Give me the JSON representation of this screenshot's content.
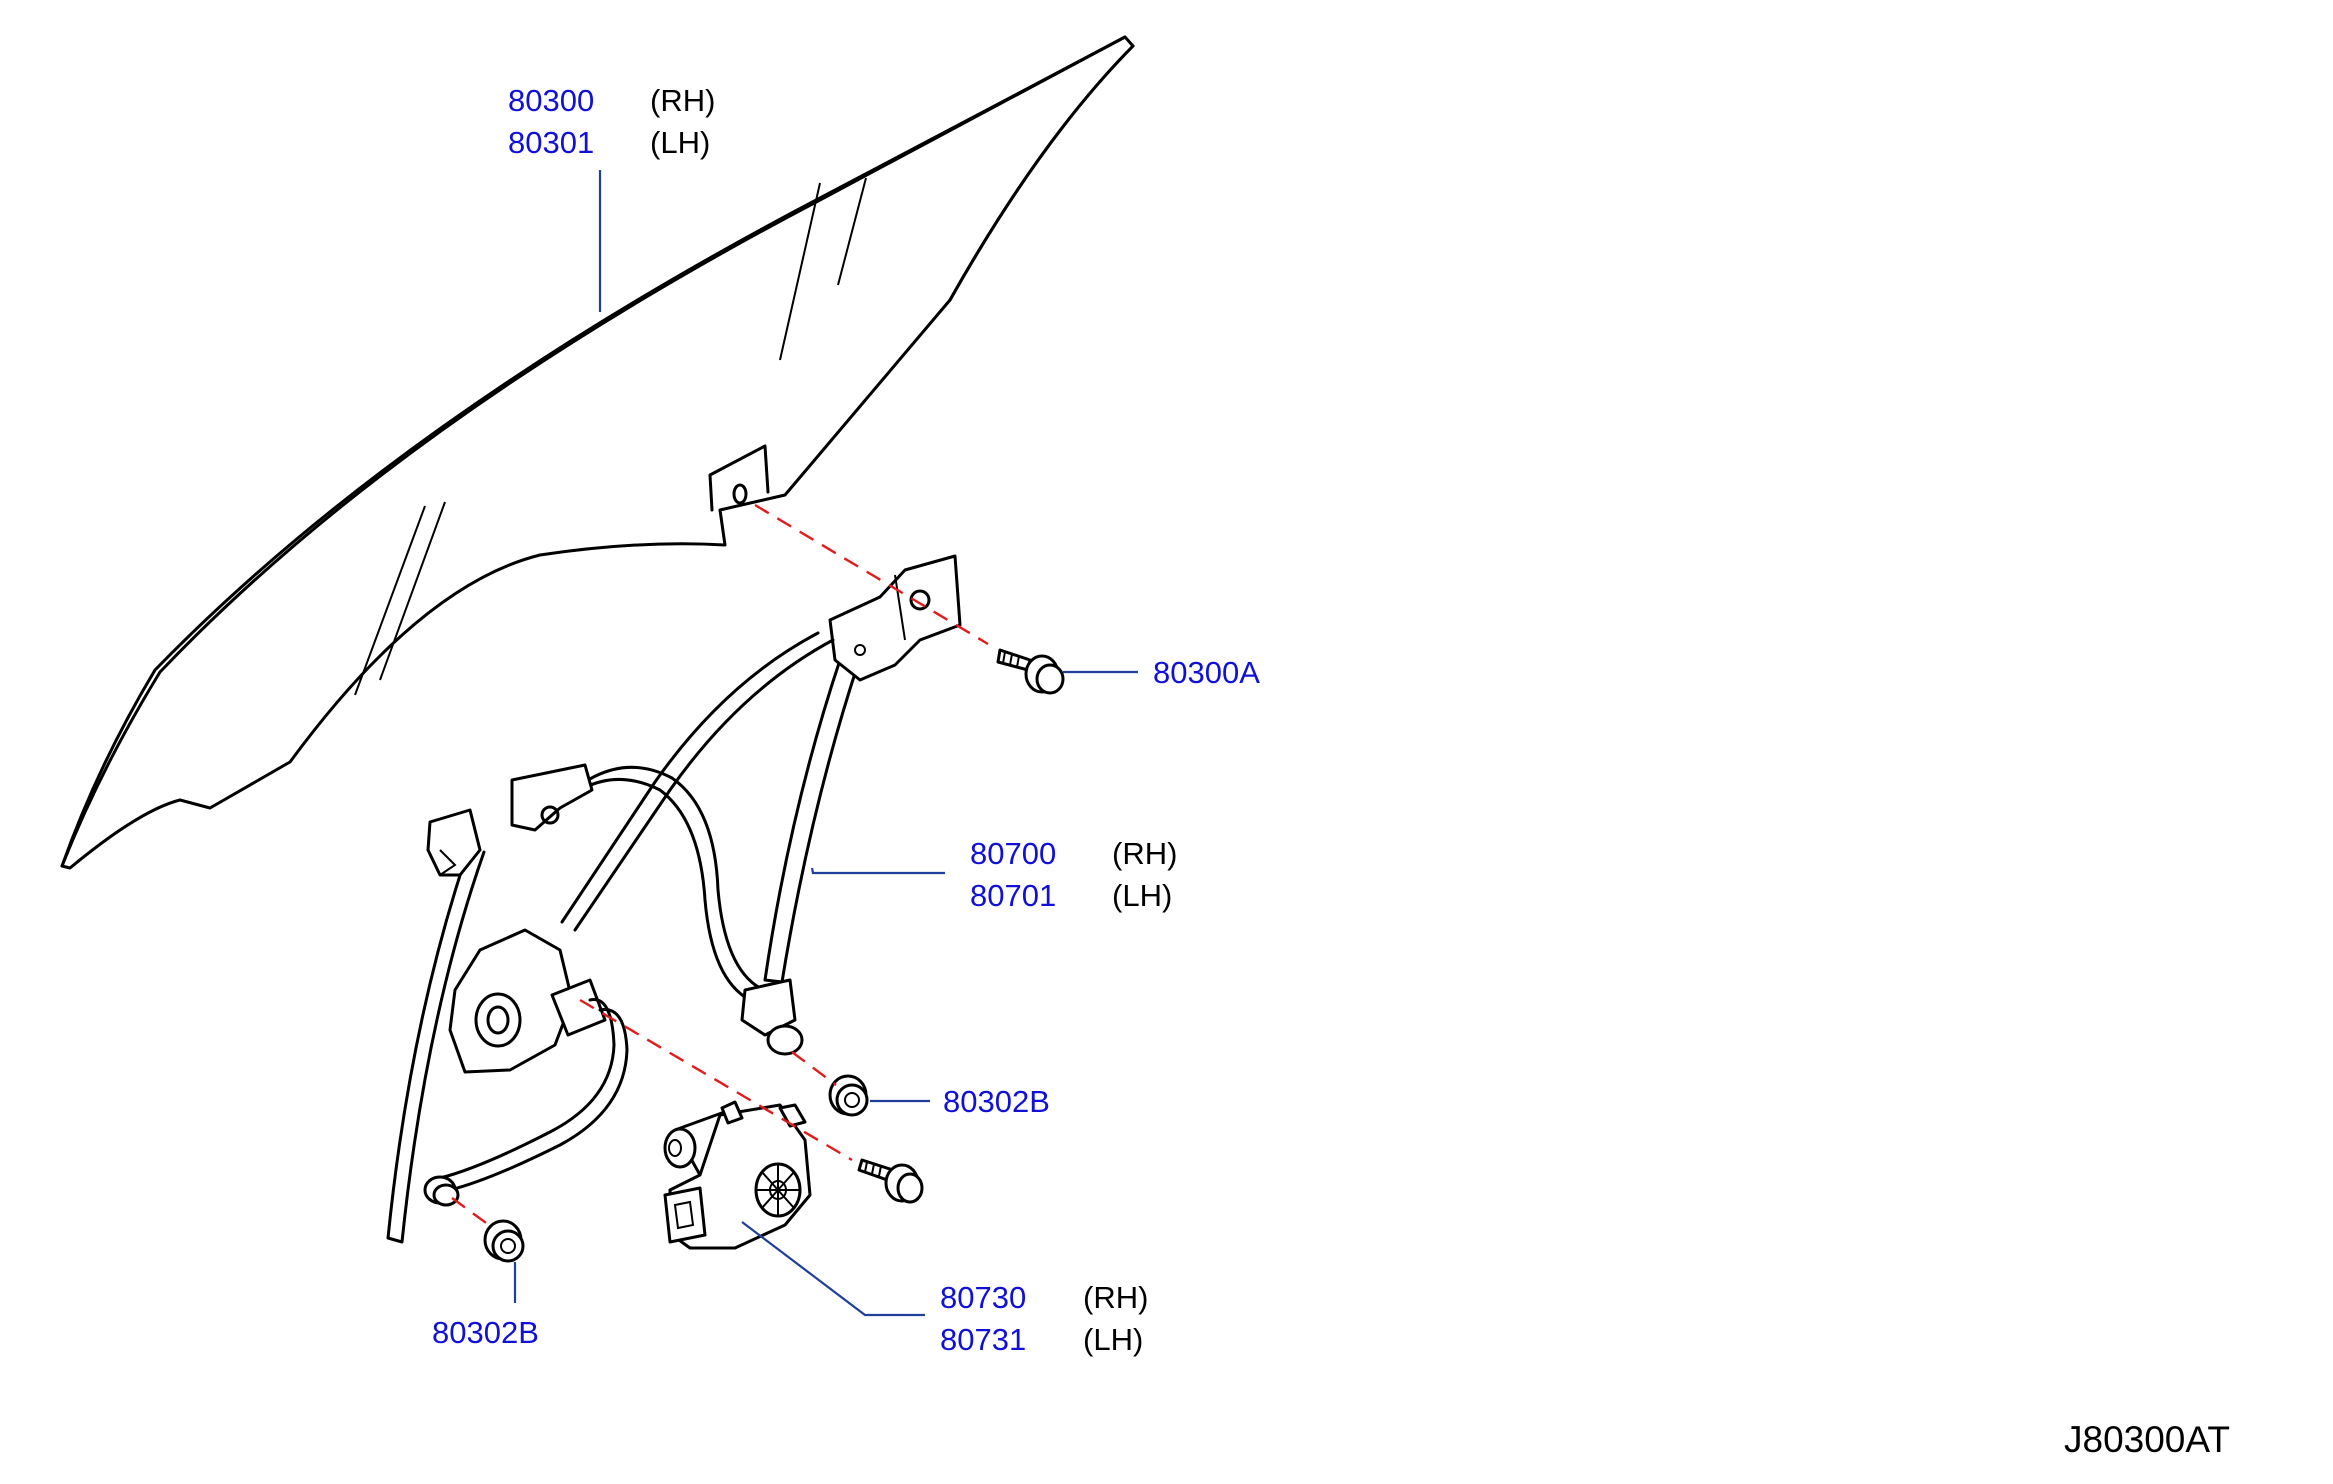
{
  "labels": {
    "glass": {
      "rh_part": "80300",
      "rh_side": "(RH)",
      "lh_part": "80301",
      "lh_side": "(LH)"
    },
    "glass_bolt": {
      "part": "80300A"
    },
    "regulator": {
      "rh_part": "80700",
      "rh_side": "(RH)",
      "lh_part": "80701",
      "lh_side": "(LH)"
    },
    "nut_upper": {
      "part": "80302B"
    },
    "nut_lower": {
      "part": "80302B"
    },
    "motor": {
      "rh_part": "80730",
      "rh_side": "(RH)",
      "lh_part": "80731",
      "lh_side": "(LH)"
    }
  },
  "diagram_code": "J80300AT",
  "colors": {
    "part_number": "#1010d8",
    "leader": "#1f3f9a",
    "alignment_dash": "#e21b1b",
    "line": "#000000"
  }
}
